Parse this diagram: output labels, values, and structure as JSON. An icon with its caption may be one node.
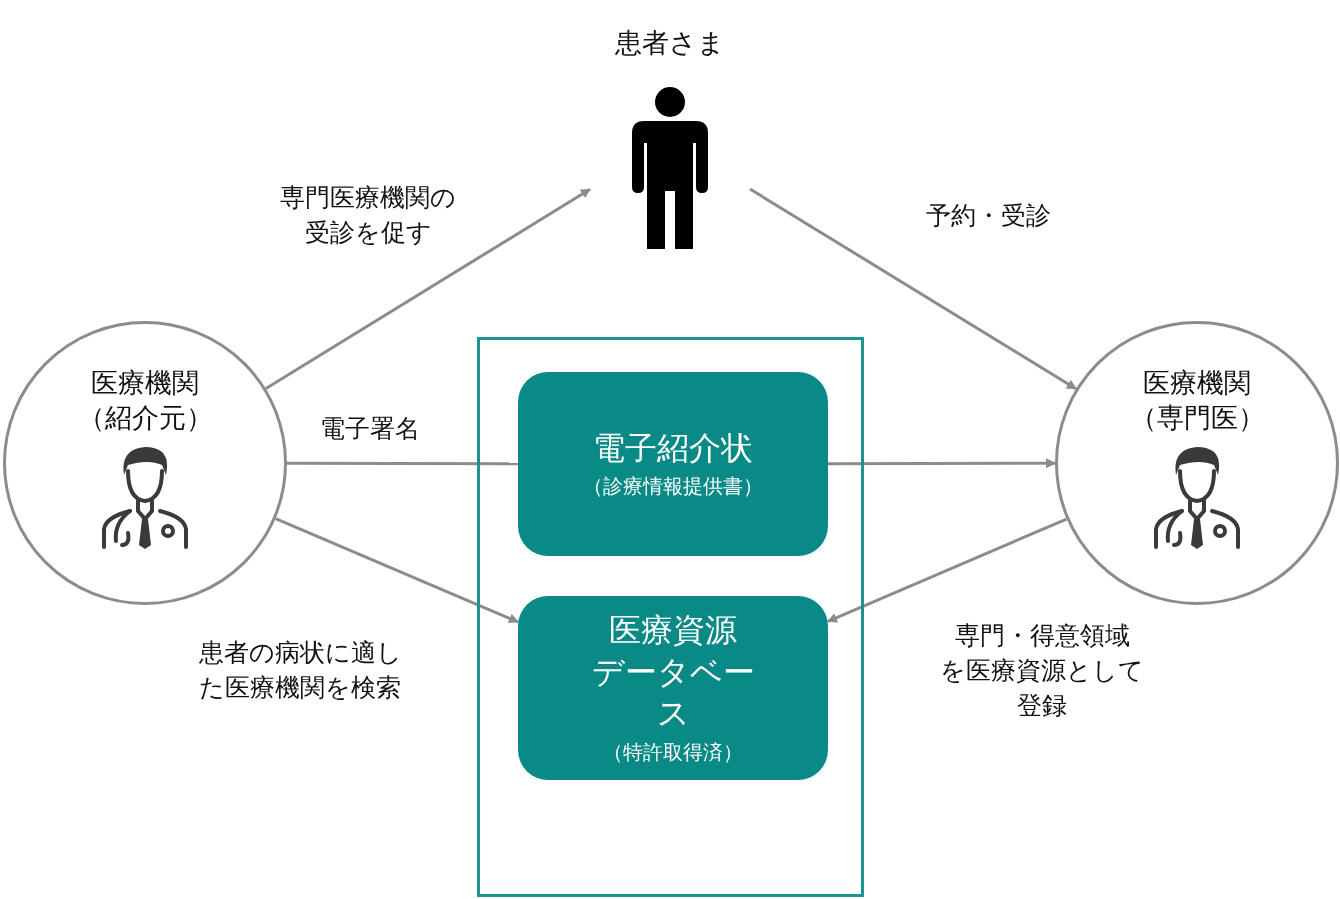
{
  "diagram": {
    "nodes": [
      {
        "text": [
          "医療機関（紹介元）"
        ]
      },
      {
        "text": [
          "患者さま"
        ]
      },
      {
        "text": [],
        "shape": "box"
      },
      {
        "text": [
          "電子紹介状",
          "（診療情報提供書）"
        ],
        "in": 2
      },
      {
        "text": [
          "医療資源データベース",
          "（特許取得済）"
        ],
        "in": 2
      },
      {
        "text": [
          "医療機関（専門医）"
        ]
      }
    ],
    "edges": [
      {
        "from": 0,
        "to": 1,
        "arrow": "to",
        "label": "専門医療機関の受診を促す"
      },
      {
        "from": 1,
        "to": 5,
        "arrow": "to",
        "label": "予約・受診"
      },
      {
        "from": 0,
        "to": 3,
        "arrow": "none",
        "label": "電子署名"
      },
      {
        "from": 3,
        "to": 5,
        "arrow": "to"
      },
      {
        "from": 0,
        "to": 4,
        "arrow": "to",
        "label": "患者の病状に適した医療機関を検索"
      },
      {
        "from": 5,
        "to": 4,
        "arrow": "to",
        "label": "専門・得意領域を医療資源として登録"
      }
    ]
  }
}
